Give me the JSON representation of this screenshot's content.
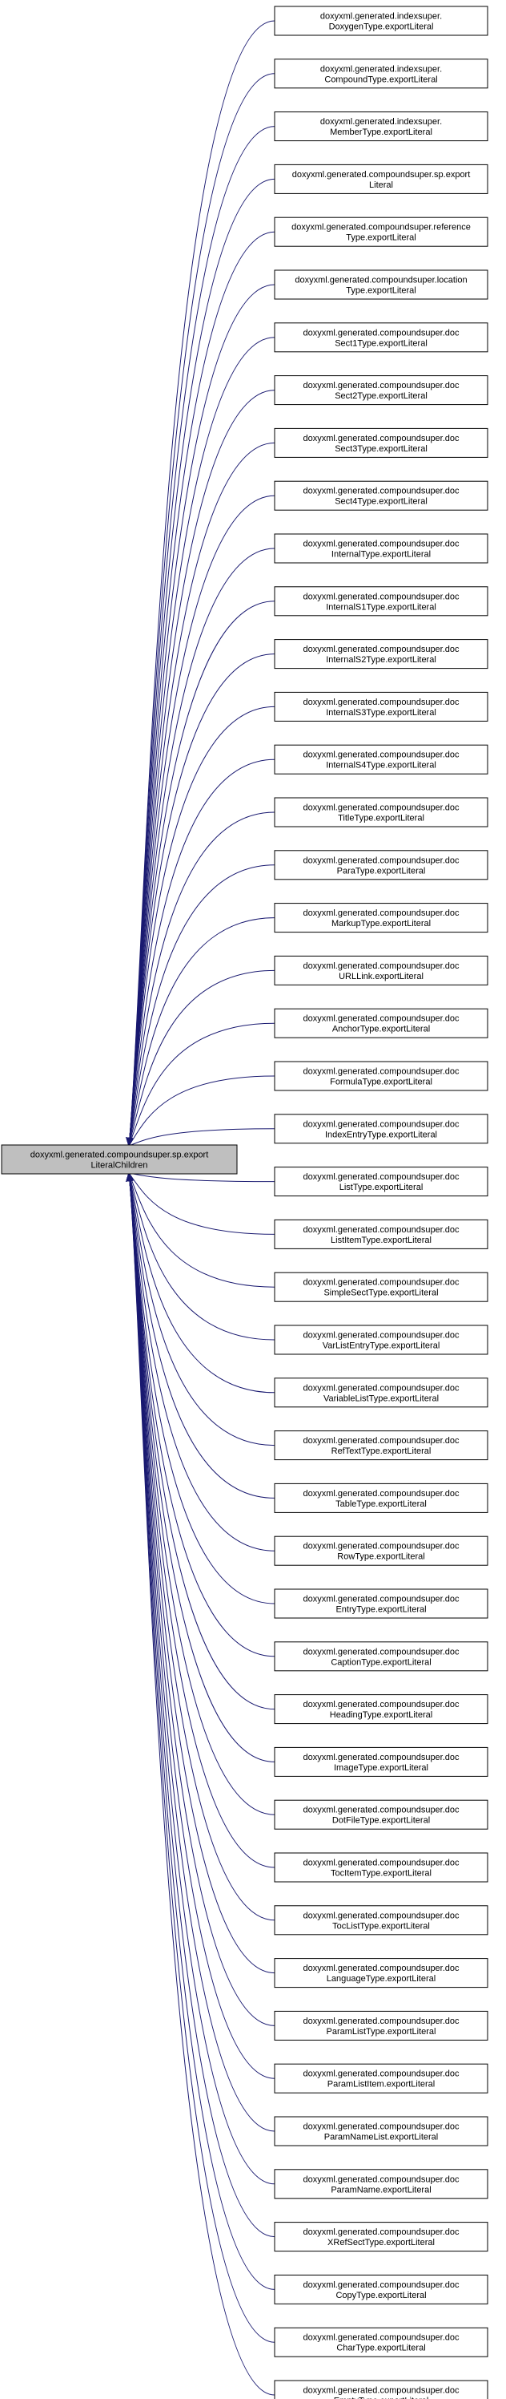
{
  "diagram": {
    "root": {
      "lines": [
        "doxyxml.generated.compoundsuper.sp.export",
        "LiteralChildren"
      ]
    },
    "callers": [
      {
        "lines": [
          "doxyxml.generated.indexsuper.",
          "DoxygenType.exportLiteral"
        ]
      },
      {
        "lines": [
          "doxyxml.generated.indexsuper.",
          "CompoundType.exportLiteral"
        ]
      },
      {
        "lines": [
          "doxyxml.generated.indexsuper.",
          "MemberType.exportLiteral"
        ]
      },
      {
        "lines": [
          "doxyxml.generated.compoundsuper.sp.export",
          "Literal"
        ]
      },
      {
        "lines": [
          "doxyxml.generated.compoundsuper.reference",
          "Type.exportLiteral"
        ]
      },
      {
        "lines": [
          "doxyxml.generated.compoundsuper.location",
          "Type.exportLiteral"
        ]
      },
      {
        "lines": [
          "doxyxml.generated.compoundsuper.doc",
          "Sect1Type.exportLiteral"
        ]
      },
      {
        "lines": [
          "doxyxml.generated.compoundsuper.doc",
          "Sect2Type.exportLiteral"
        ]
      },
      {
        "lines": [
          "doxyxml.generated.compoundsuper.doc",
          "Sect3Type.exportLiteral"
        ]
      },
      {
        "lines": [
          "doxyxml.generated.compoundsuper.doc",
          "Sect4Type.exportLiteral"
        ]
      },
      {
        "lines": [
          "doxyxml.generated.compoundsuper.doc",
          "InternalType.exportLiteral"
        ]
      },
      {
        "lines": [
          "doxyxml.generated.compoundsuper.doc",
          "InternalS1Type.exportLiteral"
        ]
      },
      {
        "lines": [
          "doxyxml.generated.compoundsuper.doc",
          "InternalS2Type.exportLiteral"
        ]
      },
      {
        "lines": [
          "doxyxml.generated.compoundsuper.doc",
          "InternalS3Type.exportLiteral"
        ]
      },
      {
        "lines": [
          "doxyxml.generated.compoundsuper.doc",
          "InternalS4Type.exportLiteral"
        ]
      },
      {
        "lines": [
          "doxyxml.generated.compoundsuper.doc",
          "TitleType.exportLiteral"
        ]
      },
      {
        "lines": [
          "doxyxml.generated.compoundsuper.doc",
          "ParaType.exportLiteral"
        ]
      },
      {
        "lines": [
          "doxyxml.generated.compoundsuper.doc",
          "MarkupType.exportLiteral"
        ]
      },
      {
        "lines": [
          "doxyxml.generated.compoundsuper.doc",
          "URLLink.exportLiteral"
        ]
      },
      {
        "lines": [
          "doxyxml.generated.compoundsuper.doc",
          "AnchorType.exportLiteral"
        ]
      },
      {
        "lines": [
          "doxyxml.generated.compoundsuper.doc",
          "FormulaType.exportLiteral"
        ]
      },
      {
        "lines": [
          "doxyxml.generated.compoundsuper.doc",
          "IndexEntryType.exportLiteral"
        ]
      },
      {
        "lines": [
          "doxyxml.generated.compoundsuper.doc",
          "ListType.exportLiteral"
        ]
      },
      {
        "lines": [
          "doxyxml.generated.compoundsuper.doc",
          "ListItemType.exportLiteral"
        ]
      },
      {
        "lines": [
          "doxyxml.generated.compoundsuper.doc",
          "SimpleSectType.exportLiteral"
        ]
      },
      {
        "lines": [
          "doxyxml.generated.compoundsuper.doc",
          "VarListEntryType.exportLiteral"
        ]
      },
      {
        "lines": [
          "doxyxml.generated.compoundsuper.doc",
          "VariableListType.exportLiteral"
        ]
      },
      {
        "lines": [
          "doxyxml.generated.compoundsuper.doc",
          "RefTextType.exportLiteral"
        ]
      },
      {
        "lines": [
          "doxyxml.generated.compoundsuper.doc",
          "TableType.exportLiteral"
        ]
      },
      {
        "lines": [
          "doxyxml.generated.compoundsuper.doc",
          "RowType.exportLiteral"
        ]
      },
      {
        "lines": [
          "doxyxml.generated.compoundsuper.doc",
          "EntryType.exportLiteral"
        ]
      },
      {
        "lines": [
          "doxyxml.generated.compoundsuper.doc",
          "CaptionType.exportLiteral"
        ]
      },
      {
        "lines": [
          "doxyxml.generated.compoundsuper.doc",
          "HeadingType.exportLiteral"
        ]
      },
      {
        "lines": [
          "doxyxml.generated.compoundsuper.doc",
          "ImageType.exportLiteral"
        ]
      },
      {
        "lines": [
          "doxyxml.generated.compoundsuper.doc",
          "DotFileType.exportLiteral"
        ]
      },
      {
        "lines": [
          "doxyxml.generated.compoundsuper.doc",
          "TocItemType.exportLiteral"
        ]
      },
      {
        "lines": [
          "doxyxml.generated.compoundsuper.doc",
          "TocListType.exportLiteral"
        ]
      },
      {
        "lines": [
          "doxyxml.generated.compoundsuper.doc",
          "LanguageType.exportLiteral"
        ]
      },
      {
        "lines": [
          "doxyxml.generated.compoundsuper.doc",
          "ParamListType.exportLiteral"
        ]
      },
      {
        "lines": [
          "doxyxml.generated.compoundsuper.doc",
          "ParamListItem.exportLiteral"
        ]
      },
      {
        "lines": [
          "doxyxml.generated.compoundsuper.doc",
          "ParamNameList.exportLiteral"
        ]
      },
      {
        "lines": [
          "doxyxml.generated.compoundsuper.doc",
          "ParamName.exportLiteral"
        ]
      },
      {
        "lines": [
          "doxyxml.generated.compoundsuper.doc",
          "XRefSectType.exportLiteral"
        ]
      },
      {
        "lines": [
          "doxyxml.generated.compoundsuper.doc",
          "CopyType.exportLiteral"
        ]
      },
      {
        "lines": [
          "doxyxml.generated.compoundsuper.doc",
          "CharType.exportLiteral"
        ]
      },
      {
        "lines": [
          "doxyxml.generated.compoundsuper.doc",
          "EmptyType.exportLiteral"
        ]
      }
    ],
    "colors": {
      "edge": "#191970",
      "root_fill": "#bfbfbf",
      "node_fill": "#ffffff",
      "border": "#000000"
    }
  }
}
